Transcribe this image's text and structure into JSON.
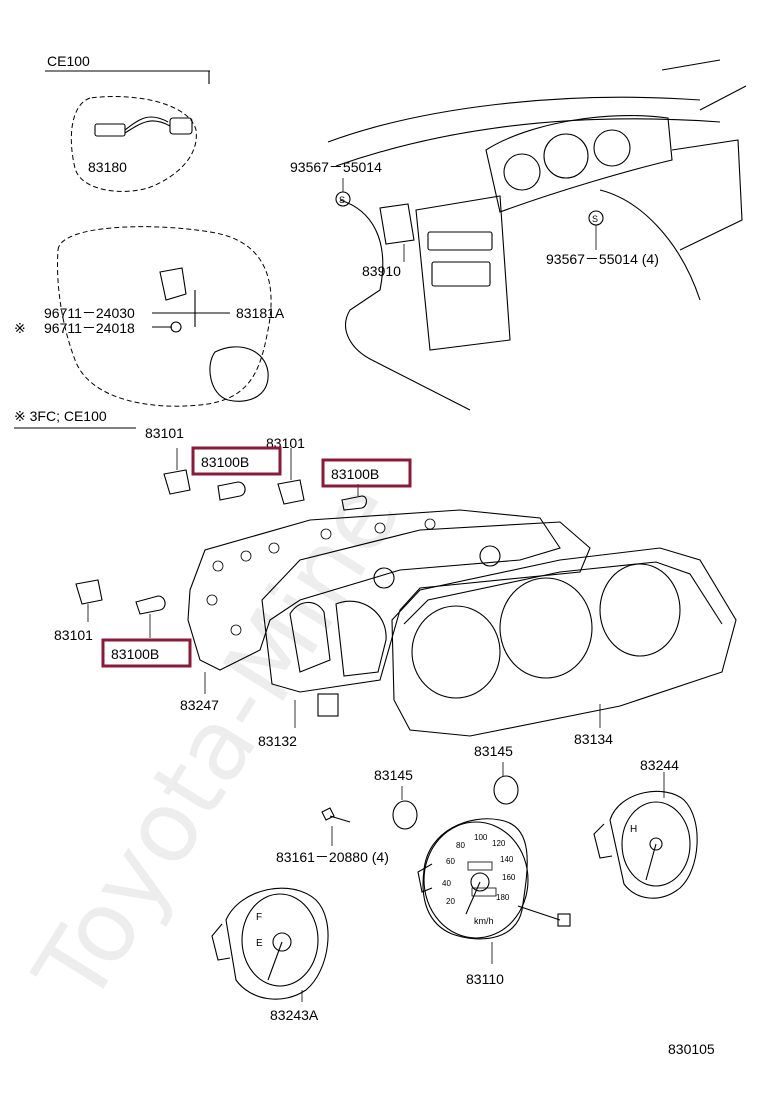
{
  "watermark": "Toyota-Mine",
  "diagram_code": "830105",
  "labels": {
    "ce100_header": "CE100",
    "p83180": "83180",
    "bolt_93567_top": "93567－55014",
    "p83910": "83910",
    "bolt_93567_right": "93567－55014 (4)",
    "p96711_24030": "96711－24030",
    "p96711_24018": "96711－24018",
    "p83181a": "83181A",
    "note_mark_1": "※",
    "note_3fc": "※ 3FC; CE100",
    "p83101_a": "83101",
    "p83101_b": "83101",
    "p83101_c": "83101",
    "hl_83100b_1": "83100B",
    "hl_83100b_2": "83100B",
    "hl_83100b_3": "83100B",
    "p83247": "83247",
    "p83132": "83132",
    "p83134": "83134",
    "p83145_a": "83145",
    "p83145_b": "83145",
    "p83244": "83244",
    "p83161": "83161－20880 (4)",
    "p83110": "83110",
    "p83243a": "83243A"
  },
  "gauge_text": {
    "speed_unit": "km/h",
    "speed_ticks": [
      "20",
      "40",
      "60",
      "80",
      "100",
      "120",
      "140",
      "160",
      "180"
    ],
    "fuel_f": "F",
    "fuel_e": "E",
    "temp_h": "H"
  },
  "colors": {
    "highlight": "#8b1a3a",
    "ink": "#000000"
  }
}
